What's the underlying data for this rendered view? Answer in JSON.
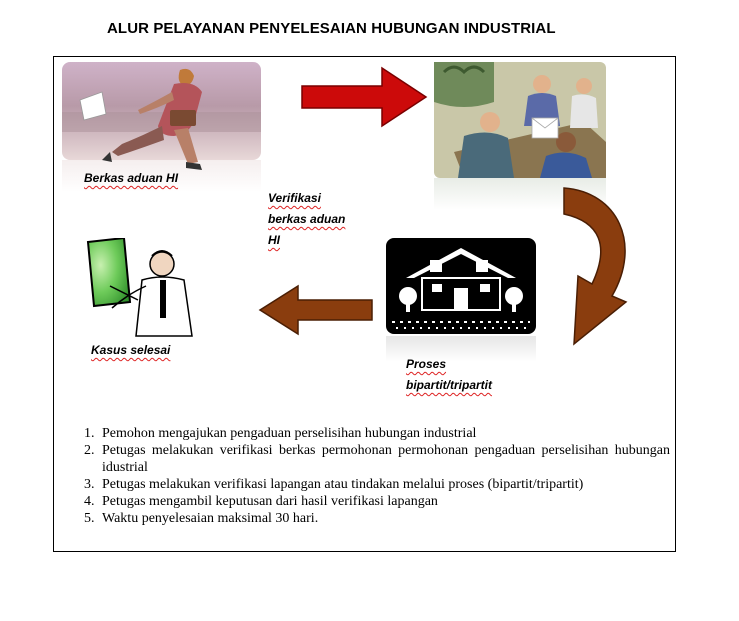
{
  "title": "ALUR PELAYANAN PENYELESAIAN HUBUNGAN INDUSTRIAL",
  "stages": {
    "berkas": {
      "label": "Berkas aduan HI"
    },
    "verifikasi": {
      "line1": "Verifikasi",
      "line2": "berkas aduan",
      "line3": "HI"
    },
    "proses": {
      "line1": "Proses",
      "line2": "bipartit/tripartit"
    },
    "selesai": {
      "label": "Kasus selesai"
    }
  },
  "steps": [
    "Pemohon mengajukan pengaduan perselisihan hubungan industrial",
    "Petugas melakukan verifikasi berkas permohonan permohonan pengaduan perselisihan hubungan idustrial",
    "Petugas melakukan verifikasi lapangan atau tindakan melalui proses (bipartit/tripartit)",
    "Petugas mengambil keputusan dari hasil verifikasi lapangan",
    "Waktu penyelesaian maksimal 30 hari."
  ],
  "colors": {
    "arrow_red": "#cc0a0a",
    "arrow_brown": "#8a3d0e",
    "house": "#000000"
  },
  "icons": [
    "walking-woman-clipart",
    "office-meeting-clipart",
    "house-icon",
    "presenter-board-clipart"
  ]
}
